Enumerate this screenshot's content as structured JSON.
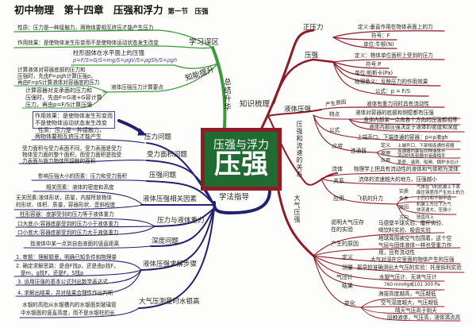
{
  "title": {
    "main": "初中物理　第十四章　压强和浮力",
    "section": "第一节　压强"
  },
  "center": {
    "line1": "压强与浮力",
    "line2": "压强"
  },
  "colors": {
    "green": "#3c9a3c",
    "red": "#8e1b25",
    "navy": "#22226e",
    "center_fill": "#1f6b32"
  },
  "green": {
    "root": "总结升华",
    "hubs": [
      "学习误区",
      "知能提升",
      "液体压强压力计算要点"
    ],
    "items": [
      "性质：压力是一种接触力，两物体要相互挤压才能产生压力",
      "作用效果：是使物体发生形变而不是使物体运动状态发生改变",
      "柱形固体在水平面上的压强",
      "p=F/S=G/S=mg/S=ρgV/S=ρgSh/S=ρgh",
      "计算液体对容器底部的压力和",
      "压强时，先由P=ρgh计算压强p，",
      "再由F=pS计算液体对容器底的压力",
      "计算容器对支承面的压力和",
      "压强时，先由F=G液+G容计算",
      "压力，再由p=F/S计算压强"
    ]
  },
  "red": {
    "root": "知识梳理",
    "zhengyali": {
      "label": "正压力",
      "items": [
        "定义:垂直作用在物体表面上的力",
        "符号：F",
        "单位:牛顿(N)"
      ]
    },
    "yaqiang": {
      "label": "压强",
      "items": [
        "定义：物体单位面积上受到的压力",
        "符号:P",
        "单位:帕斯卡(Pa)",
        "物理意义：反映压力的作用效果",
        "公式：p = F/S"
      ]
    },
    "liquid": {
      "label": "液体压强",
      "causes": "产生原因",
      "cause_text": "液体有重力同时具有流动性",
      "features": "特点",
      "feature_items": [
        "液体对容器的底部和侧壁都有压强",
        "液体内部某一点向各个方向的压强都相等",
        "液体内部压强决定于液体的密度和深度"
      ],
      "formula": "公式",
      "formula_text": "上端开口、下端连通的容器：p=ρ液gh",
      "app": "应用",
      "connector": "连通器",
      "conn_labels": [
        "定义",
        "原理",
        "应用"
      ],
      "conn_items": [
        "上端开口、下部相连通的容器",
        "连通器内装有同种液体不",
        "流动时各容器中液面相平",
        "茶壶、涵洞、船闸、锅炉水位计"
      ]
    },
    "flow": {
      "label": "压强和流速的关系",
      "fluid": "流体",
      "fluid_text": "物理学上把具有流动性的液体和气体称为流体",
      "relation": "关系",
      "relation_text": "流体的流速越大的地方，压强越小",
      "app": "应用",
      "lift": "飞机的升力",
      "lift_labels": [
        "实质",
        "条件",
        "原因",
        "方向"
      ],
      "lift_items": [
        "气体在飞机机翼上下表",
        "面压强差而产生向上的力",
        "上凹凸和下部平直",
        "机翼上方比下方气",
        "体流速大，压强小",
        "竖直向上"
      ]
    },
    "atm": {
      "label": "大气压强",
      "exp": "说明大气压存在的实验",
      "exp_items": [
        "马德堡半球实验、覆杯实验、",
        "喝饮料实验、吸盘实验"
      ],
      "cause": "产生的原因",
      "cause_items": [
        "地球周围被空气包围着，这个空",
        "气层与固体液体一样也受重力作",
        "用，且有流动性"
      ],
      "def": "定义",
      "def_text": "大气对浸在它里面的物体产生的压强",
      "measure": "测量",
      "measure_text": "最早较准确测出大气压的实验：托里拆利实验",
      "meter": "气压计",
      "meter_text": "水银气压计、无液气压计",
      "result": "结果",
      "result_text": "760 mmHg或101 300 Pa",
      "change": "变化",
      "change_items": [
        "海拔高度越高，气压越低",
        "空气湿度越大，气压越低",
        "晴天气压高于阴天",
        "同种液体，气压高，液体沸点高"
      ]
    }
  },
  "navy": {
    "root": "学法指导",
    "hubs": [
      "压力问题",
      "受力面积问题",
      "压强问题",
      "液体压强相关因素",
      "压力与液体重力",
      "深度问题",
      "液体压强求解步骤",
      "大气压测量时水银高"
    ],
    "items": {
      "boxed": [
        "作用效果：是使物体发生形变而",
        "不是使物体运动状态发生改变"
      ],
      "nature": [
        "性质：压力是一种接触力，",
        "两物体要相互挤压才能产生"
      ],
      "area": [
        "受力面积与受力表面不同，受力表面是受力",
        "物体受力面的整个面积，而受力面积是指受",
        "力表面与施力物体所接触的面积"
      ],
      "factor": "影响压强大小的因素：压力和受力面积",
      "related": "相关因素：液体的密度和高度",
      "unrelated": [
        "无关因素:液体形状，质量，内部所放物体",
        "的形状、体积、质量，容器形状、歪斜程度"
      ],
      "weight": [
        "柱形容器：底部受到的压力等于液体重力",
        "口大底小:容器底部受到的压力小于液体重力",
        "口小底大:容器底部受到的压力大于液体重力"
      ],
      "depth": "指液体中某一点到自由液面的竖直距离",
      "steps": [
        "1. 审题：理解题意，明确已知条件和物理量",
        "2. 确定求解思路：是由F找p，还是由p找F，",
        "是m，g找F，还是F，S找p",
        "3. 运用压强的基本公式列出数学表达式",
        "4. 求解出结果，并对结果合理性作出判断"
      ],
      "mercury": [
        "水银的高指从水银槽内的水银面到玻璃管",
        "中水银面的竖直高度，而不是水银柱的长"
      ]
    }
  }
}
